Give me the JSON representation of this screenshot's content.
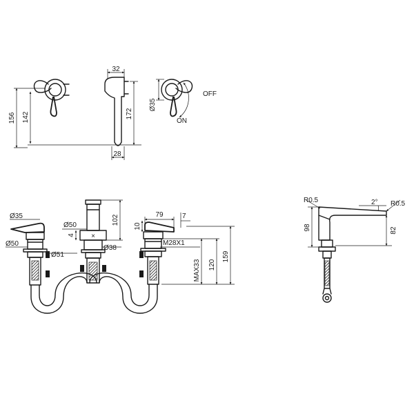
{
  "top_view": {
    "dim_width_top": "32",
    "dim_width_bottom": "28",
    "dim_height_outer": "156",
    "dim_height_inner": "142",
    "dim_height_spout": "172",
    "dim_lever_diameter": "Ø35",
    "label_off": "OFF",
    "label_on": "ON"
  },
  "front_view": {
    "dim_left_diameter_top": "Ø35",
    "dim_left_diameter_bottom": "Ø50",
    "dim_left_inner": "Ø51",
    "dim_center_diameter_top": "Ø50",
    "dim_center_diameter_bottom": "Ø38",
    "dim_center_gap": "4",
    "dim_spout_height": "102",
    "dim_lever_height": "10",
    "dim_lever_length": "79",
    "dim_lever_tip": "7",
    "dim_thread": "M28X1",
    "dim_max": "MAX33",
    "dim_body_height": "120",
    "dim_total_height": "159"
  },
  "side_view": {
    "dim_radius_left": "R0.5",
    "dim_radius_right": "R0.5",
    "dim_angle": "2°",
    "dim_height_left": "98",
    "dim_height_right": "82"
  }
}
